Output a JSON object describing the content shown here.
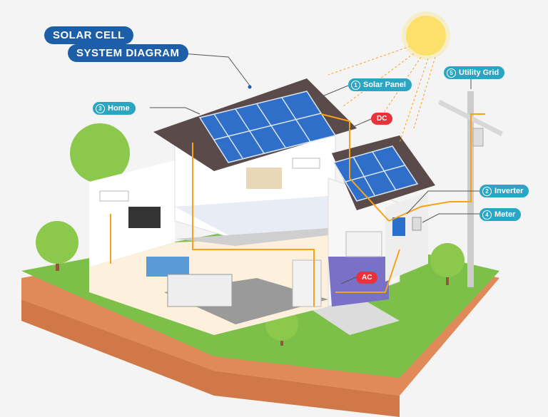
{
  "title": {
    "line1": "SOLAR CELL",
    "line2": "SYSTEM DIAGRAM"
  },
  "labels": {
    "solar_panel": {
      "num": "1",
      "text": "Solar Panel"
    },
    "inverter": {
      "num": "2",
      "text": "Inverter"
    },
    "home": {
      "num": "3",
      "text": "Home"
    },
    "meter": {
      "num": "4",
      "text": "Meter"
    },
    "utility_grid": {
      "num": "5",
      "text": "Utility Grid"
    },
    "dc": "DC",
    "ac": "AC"
  },
  "colors": {
    "title": "#1c5ea8",
    "label": "#2aa5c4",
    "current": "#e8323c",
    "wire": "#f6a21a",
    "panel": "#2f6fc9",
    "grass": "#7cc04a",
    "soil": "#e08a5a"
  }
}
